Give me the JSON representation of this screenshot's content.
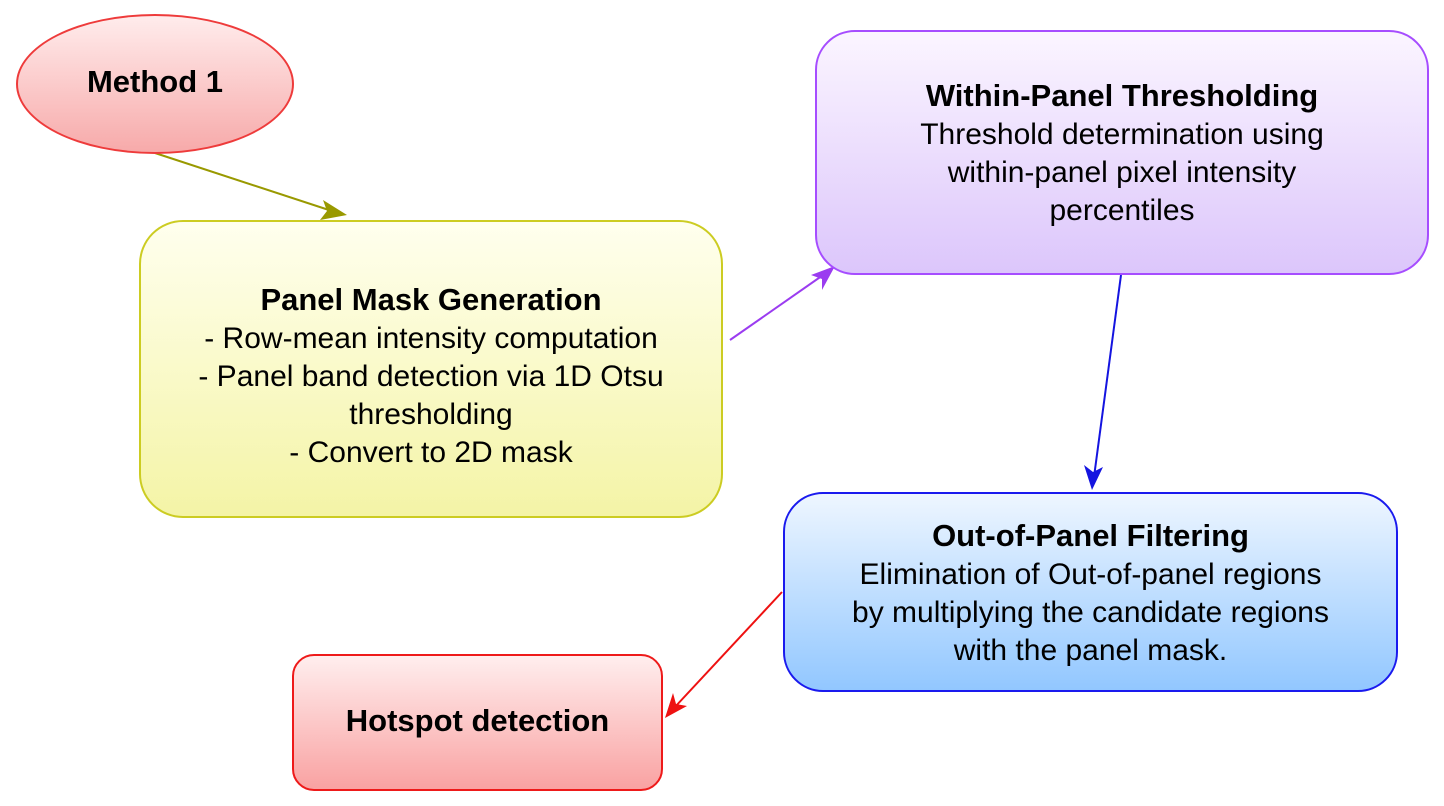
{
  "nodes": {
    "method": {
      "title": "Method 1"
    },
    "panel_mask": {
      "title": "Panel Mask Generation",
      "lines": [
        "- Row-mean intensity computation",
        "- Panel band detection via 1D Otsu",
        "thresholding",
        "- Convert to 2D mask"
      ]
    },
    "within_panel": {
      "title": "Within-Panel Thresholding",
      "lines": [
        "Threshold determination using",
        "within-panel pixel intensity",
        "percentiles"
      ]
    },
    "out_of_panel": {
      "title": "Out-of-Panel Filtering",
      "lines": [
        "Elimination of Out-of-panel regions",
        "by multiplying the candidate regions",
        "with the panel mask."
      ]
    },
    "hotspot": {
      "title": "Hotspot detection"
    }
  },
  "edges": [
    {
      "from": "method",
      "to": "panel_mask",
      "color": "#999900"
    },
    {
      "from": "panel_mask",
      "to": "within_panel",
      "color": "#9b3cf0"
    },
    {
      "from": "within_panel",
      "to": "out_of_panel",
      "color": "#1414e0"
    },
    {
      "from": "out_of_panel",
      "to": "hotspot",
      "color": "#ee1111"
    }
  ]
}
